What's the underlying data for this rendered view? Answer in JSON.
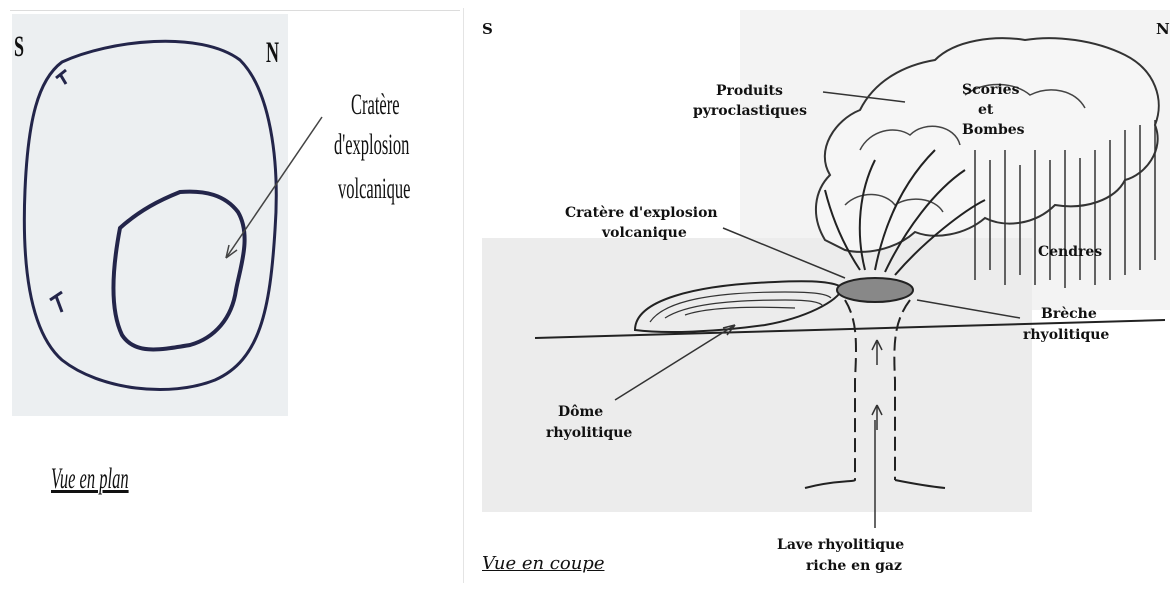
{
  "plan_view": {
    "south_label": "S",
    "north_label": "N",
    "crater_label_line1": "Cratère",
    "crater_label_line2": "d'explosion",
    "crater_label_line3": "volcanique",
    "caption": "Vue en plan"
  },
  "section_view": {
    "south_label": "S",
    "north_label": "N",
    "pyroclastic_line1": "Produits",
    "pyroclastic_line2": "pyroclastiques",
    "scories_line1": "Scories",
    "scories_line2": "et",
    "scories_line3": "Bombes",
    "crater_line1": "Cratère d'explosion",
    "crater_line2": "volcanique",
    "cendres": "Cendres",
    "breche_line1": "Brèche",
    "breche_line2": "rhyolitique",
    "dome_line1": "Dôme",
    "dome_line2": "rhyolitique",
    "lava_line1": "Lave rhyolitique",
    "lava_line2": "riche en gaz",
    "caption": "Vue en coupe"
  },
  "colors": {
    "ink": "#111111",
    "outline_blue": "#23254a",
    "paper_grey": "#eceff1"
  }
}
